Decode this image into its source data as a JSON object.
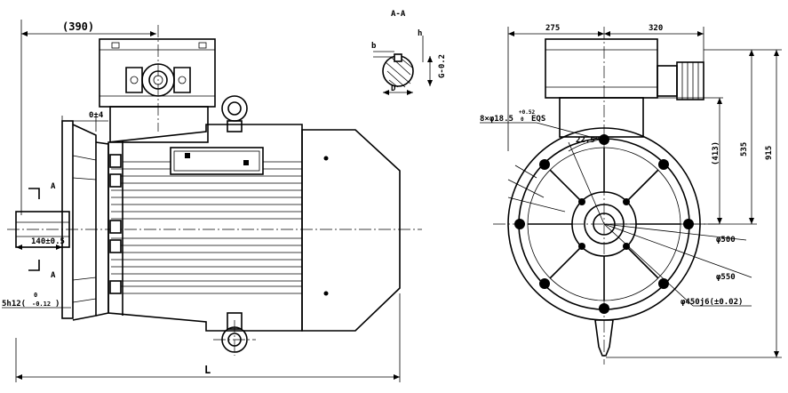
{
  "labels": {
    "dim_390": "(390)",
    "fit_0_4": "0±4",
    "section_a_top": "A",
    "section_a_bottom": "A",
    "key_len": "140±0.5",
    "key_tol_main": "5h12(",
    "key_tol_upper": "0",
    "key_tol_lower": "-0.12",
    "key_tol_close": ")",
    "overall_length": "L",
    "section_title": "A-A",
    "sec_b": "b",
    "sec_h": "h",
    "sec_g": "G-0.2",
    "sec_d": "D",
    "dim_275": "275",
    "dim_320": "320",
    "holes_main": "8×φ18.5",
    "holes_tol": "+0.52",
    "holes_tol_zero": "0",
    "holes_eqs": "EQS",
    "angle": "22.5°",
    "dim_413": "(413)",
    "dim_535": "535",
    "dim_915": "915",
    "dia_500": "φ500",
    "dia_550": "φ550",
    "dia_450": "φ450j6(±0.02)"
  }
}
